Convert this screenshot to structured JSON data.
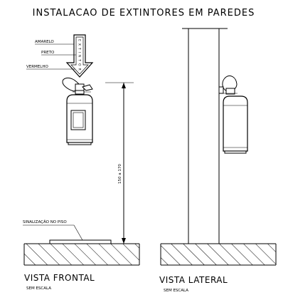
{
  "title": "INSTALACAO DE EXTINTORES EM PAREDES",
  "front_view": {
    "caption": "VISTA FRONTAL",
    "scale_note": "SEM ESCALA",
    "callouts": {
      "yellow": "AMARELO",
      "black": "PRETO",
      "red": "VERMELHO",
      "floor_marking": "SINALIZAÇÃO NO PISO"
    },
    "arrow_sign_text": "EXTINTOR",
    "height_dimension": "150 a 170"
  },
  "side_view": {
    "caption": "VISTA LATERAL",
    "scale_note": "SEM ESCALA"
  }
}
